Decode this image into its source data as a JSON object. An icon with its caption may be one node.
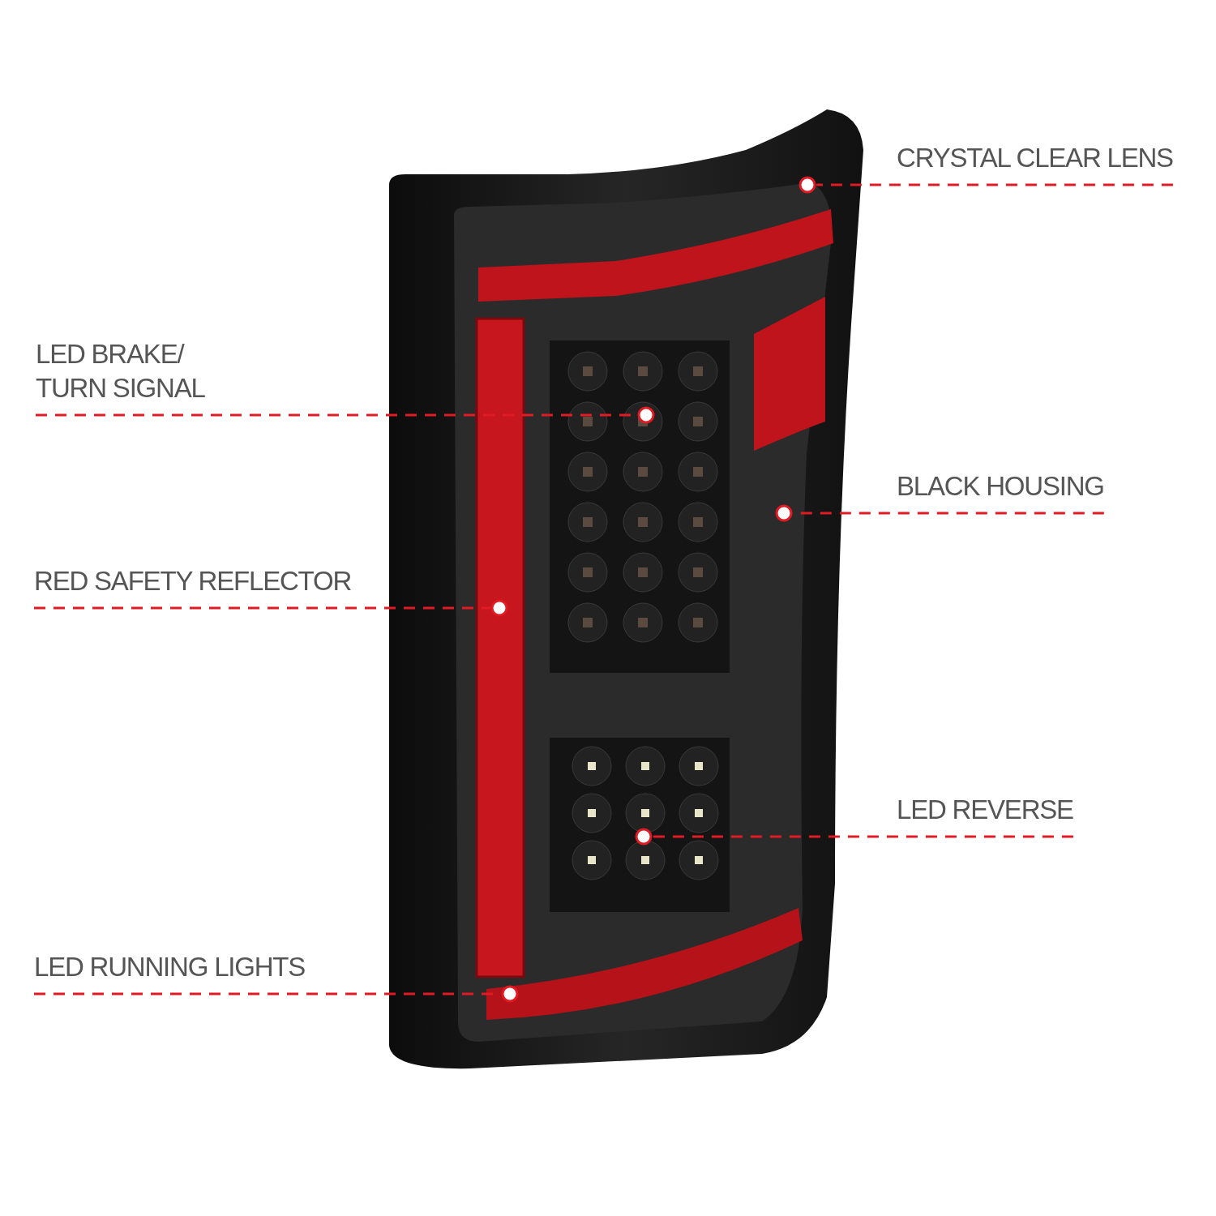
{
  "diagram": {
    "nodes": [
      {
        "text": [
          "CRYSTAL CLEAR LENS"
        ]
      },
      {
        "text": [
          "LED BRAKE/ TURN SIGNAL"
        ]
      },
      {
        "text": [
          "BLACK HOUSING"
        ]
      },
      {
        "text": [
          "RED SAFETY REFLECTOR"
        ]
      },
      {
        "text": [
          "LED REVERSE"
        ]
      },
      {
        "text": [
          "LED RUNNING LIGHTS"
        ]
      },
      {
        "text": [],
        "shape": "circle"
      },
      {
        "text": [],
        "shape": "circle"
      },
      {
        "text": [],
        "shape": "circle"
      },
      {
        "text": [],
        "shape": "circle"
      },
      {
        "text": [],
        "shape": "circle"
      },
      {
        "text": [],
        "shape": "circle"
      }
    ],
    "edges": [
      {
        "from": 0,
        "to": 6,
        "arrow": "none",
        "style": "dashed"
      },
      {
        "from": 1,
        "to": 7,
        "arrow": "none",
        "style": "dashed"
      },
      {
        "from": 2,
        "to": 8,
        "arrow": "none",
        "style": "dashed"
      },
      {
        "from": 3,
        "to": 9,
        "arrow": "none",
        "style": "dashed"
      },
      {
        "from": 4,
        "to": 10,
        "arrow": "none",
        "style": "dashed"
      },
      {
        "from": 5,
        "to": 11,
        "arrow": "none",
        "style": "dashed"
      }
    ]
  }
}
